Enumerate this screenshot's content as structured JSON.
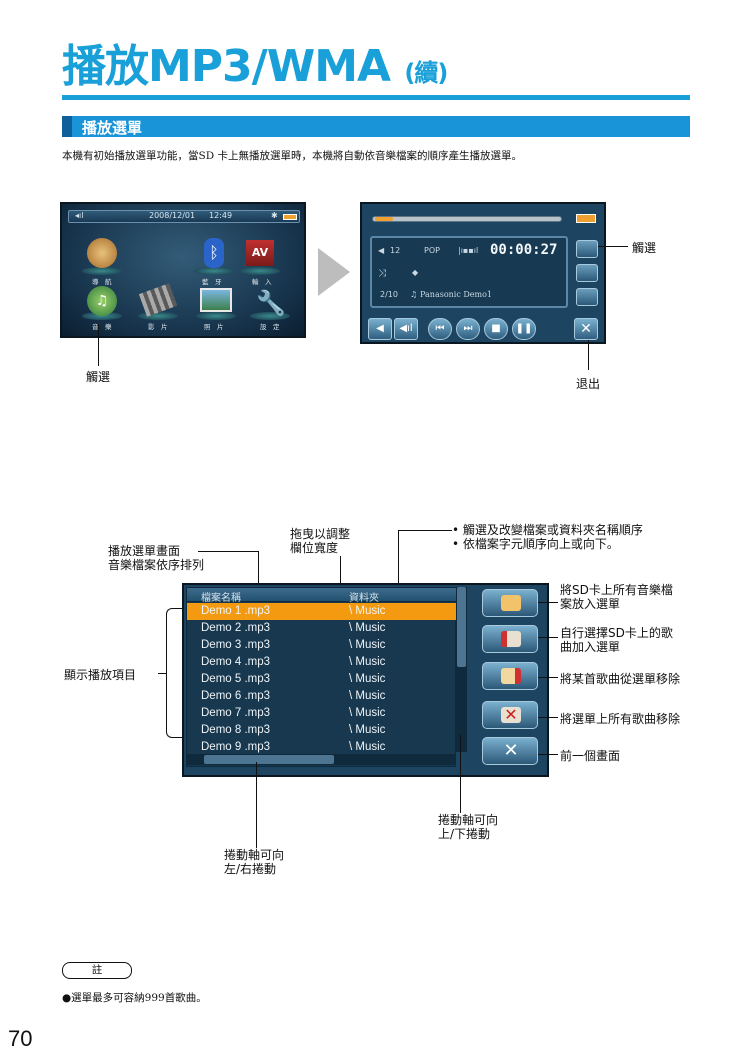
{
  "page": {
    "title_main": "播放MP3/WMA",
    "title_suffix": "(續)",
    "section_title": "播放選單",
    "intro": "本機有初始播放選單功能，當SD 卡上無播放選單時，本機將自動依音樂檔案的順序產生播放選單。",
    "page_number": "70"
  },
  "menu_screen": {
    "date": "2008/12/01",
    "time": "12:49",
    "items": [
      {
        "label": "導　航",
        "icon": "compass-icon"
      },
      {
        "label": "藍　牙",
        "icon": "bluetooth-icon"
      },
      {
        "label": "輸　入",
        "icon": "av-input-icon"
      },
      {
        "label": "音　樂",
        "icon": "music-icon"
      },
      {
        "label": "影　片",
        "icon": "film-icon"
      },
      {
        "label": "照　片",
        "icon": "photo-icon"
      },
      {
        "label": "設　定",
        "icon": "wrench-icon"
      }
    ],
    "callout_touch": "觸選"
  },
  "player_screen": {
    "volume": "12",
    "eq": "POP",
    "elapsed": "00:00:27",
    "track_index": "2/10",
    "track_name": "Panasonic Demo1",
    "progress": 0.1,
    "callout_touch": "觸選",
    "callout_exit": "退出"
  },
  "playlist": {
    "col_file": "檔案名稱",
    "col_folder": "資料夾",
    "rows": [
      {
        "file": "Demo 1 .mp3",
        "folder": "\\ Music",
        "selected": true
      },
      {
        "file": "Demo 2 .mp3",
        "folder": "\\ Music"
      },
      {
        "file": "Demo 3 .mp3",
        "folder": "\\ Music"
      },
      {
        "file": "Demo 4 .mp3",
        "folder": "\\ Music"
      },
      {
        "file": "Demo 5 .mp3",
        "folder": "\\ Music"
      },
      {
        "file": "Demo 6 .mp3",
        "folder": "\\ Music"
      },
      {
        "file": "Demo 7 .mp3",
        "folder": "\\ Music"
      },
      {
        "file": "Demo 8 .mp3",
        "folder": "\\ Music"
      },
      {
        "file": "Demo 9 .mp3",
        "folder": "\\ Music"
      }
    ],
    "callouts": {
      "screen_line1": "播放選單畫面",
      "screen_line2": "音樂檔案依序排列",
      "drag_line1": "拖曳以調整",
      "drag_line2": "欄位寬度",
      "sort_line1": "• 觸選及改變檔案或資料夾名稱順序",
      "sort_line2": "• 依檔案字元順序向上或向下。",
      "items": "顯示播放項目",
      "add_all_line1": "將SD卡上所有音樂檔",
      "add_all_line2": "案放入選單",
      "add_sel_line1": "自行選擇SD卡上的歌",
      "add_sel_line2": "曲加入選單",
      "remove_one": "將某首歌曲從選單移除",
      "remove_all": "將選單上所有歌曲移除",
      "back": "前一個畫面",
      "vscroll_line1": "捲動軸可向",
      "vscroll_line2": "上/下捲動",
      "hscroll_line1": "捲動軸可向",
      "hscroll_line2": "左/右捲動"
    }
  },
  "note": {
    "label": "註",
    "text": "●選單最多可容納999首歌曲。"
  }
}
